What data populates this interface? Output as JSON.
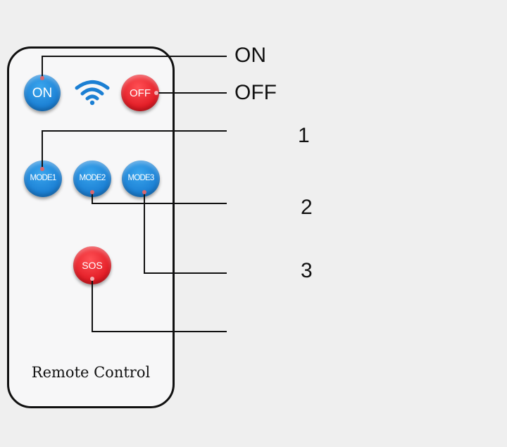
{
  "remote": {
    "label": "Remote Control",
    "buttons": {
      "on": "ON",
      "off": "OFF",
      "mode1": "MODE1",
      "mode2": "MODE2",
      "mode3": "MODE3",
      "sos": "SOS"
    },
    "icons": {
      "signal": "wifi-icon"
    }
  },
  "callouts": {
    "on": "ON",
    "off": "OFF",
    "mode1": "1",
    "mode2": "2",
    "mode3": "3",
    "sos": ""
  },
  "colors": {
    "blue_button": "#1b7fd3",
    "red_button": "#e21c25",
    "leader_line": "#111111",
    "anchor_dot": "#d9676e"
  }
}
